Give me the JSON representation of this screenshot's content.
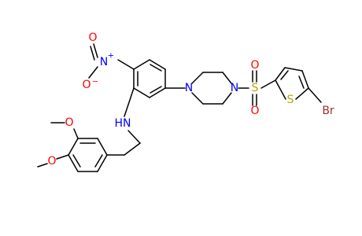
{
  "molecule": {
    "atoms": {
      "nitro_o_top": "O",
      "nitro_n": "N",
      "nitro_o_bottom": "O",
      "nitro_n_charge": "+",
      "nitro_o_charge": "−",
      "amine": "HN",
      "piperazine_n_left": "N",
      "piperazine_n_right": "N",
      "sulfonyl_s": "S",
      "sulfonyl_o_top": "O",
      "sulfonyl_o_bottom": "O",
      "thiophene_s": "S",
      "bromine": "Br",
      "methoxy_o_top": "O",
      "methoxy_o_bottom": "O"
    }
  }
}
